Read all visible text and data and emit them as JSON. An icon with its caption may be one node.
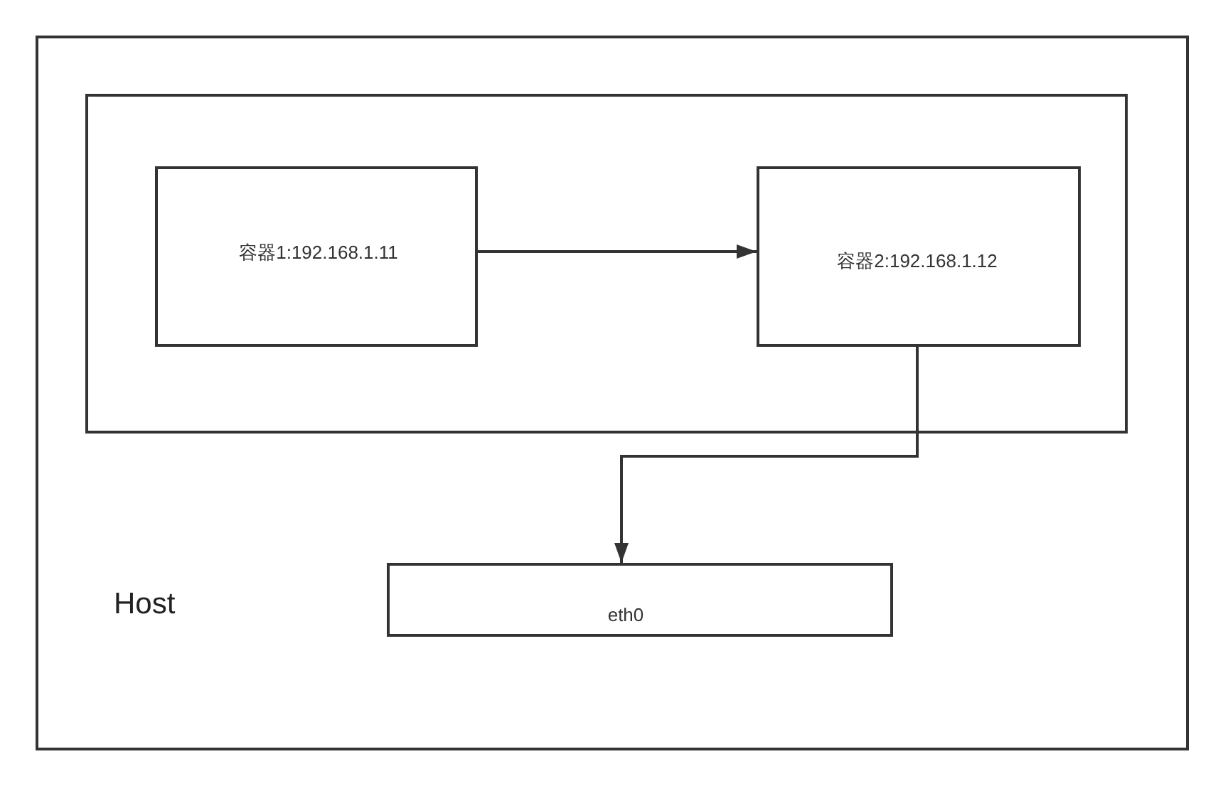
{
  "diagram": {
    "nodes": [
      {
        "text": [
          "Host"
        ]
      },
      {
        "text": [],
        "shape": "box",
        "in": 0
      },
      {
        "text": [
          "容器1:192.168.1.11"
        ],
        "in": 1
      },
      {
        "text": [
          "容器2:192.168.1.12"
        ],
        "in": 1
      },
      {
        "text": [
          "eth0"
        ],
        "in": 0
      }
    ],
    "edges": [
      {
        "from": 2,
        "to": 3,
        "arrow": "to"
      },
      {
        "from": 3,
        "to": 4,
        "arrow": "to"
      }
    ]
  }
}
